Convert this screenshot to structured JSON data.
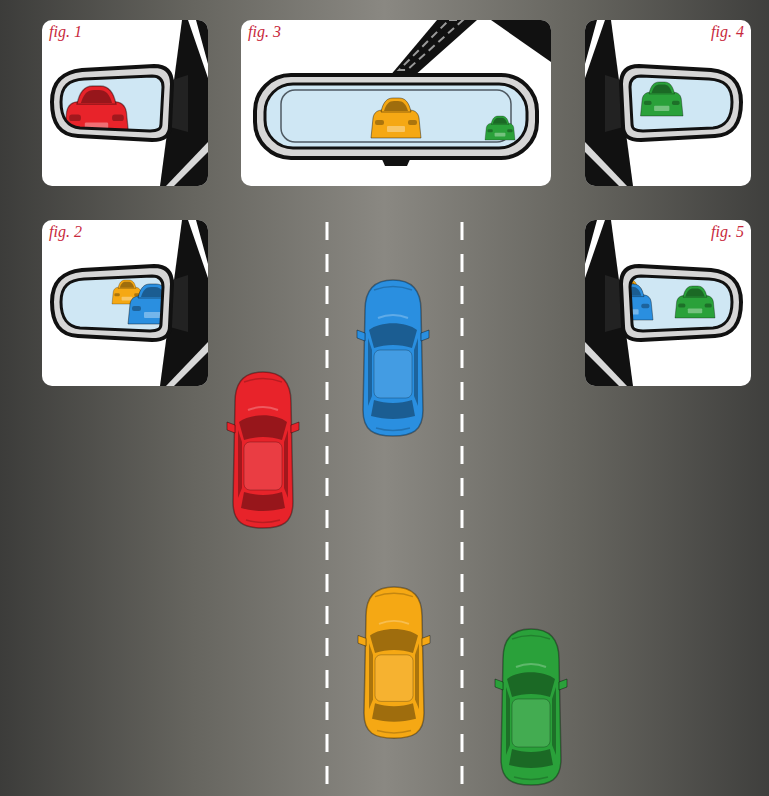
{
  "diagram": {
    "nodes": [
      {
        "text": [
          "fig. 1"
        ]
      },
      {
        "text": [
          "fig. 3"
        ]
      },
      {
        "text": [
          "fig. 4"
        ]
      },
      {
        "text": [
          "fig. 2"
        ]
      },
      {
        "text": [
          "fig. 5"
        ]
      }
    ]
  }
}
